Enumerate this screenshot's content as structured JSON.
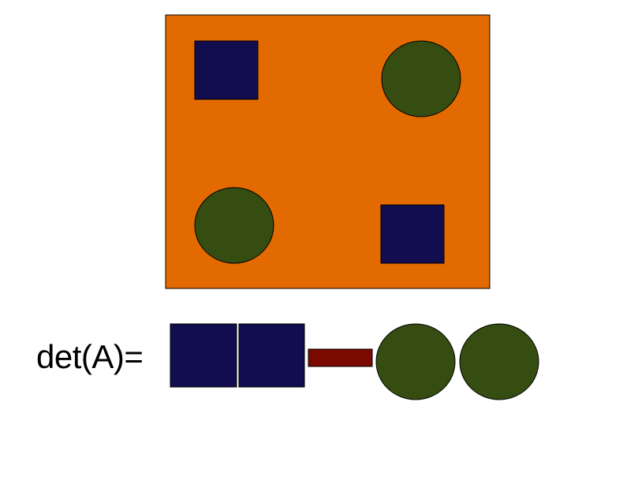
{
  "formula": {
    "label": "det(A)="
  },
  "colors": {
    "matrix_background": "#E36A00",
    "square": "#120D4E",
    "circle": "#354D10",
    "minus_bar": "#7A0A00",
    "stroke": "#000000"
  },
  "matrix": {
    "rows": [
      [
        "navy-square",
        "green-circle"
      ],
      [
        "green-circle",
        "navy-square"
      ]
    ]
  },
  "expression": [
    "navy-square",
    "navy-square",
    "minus",
    "green-circle",
    "green-circle"
  ]
}
